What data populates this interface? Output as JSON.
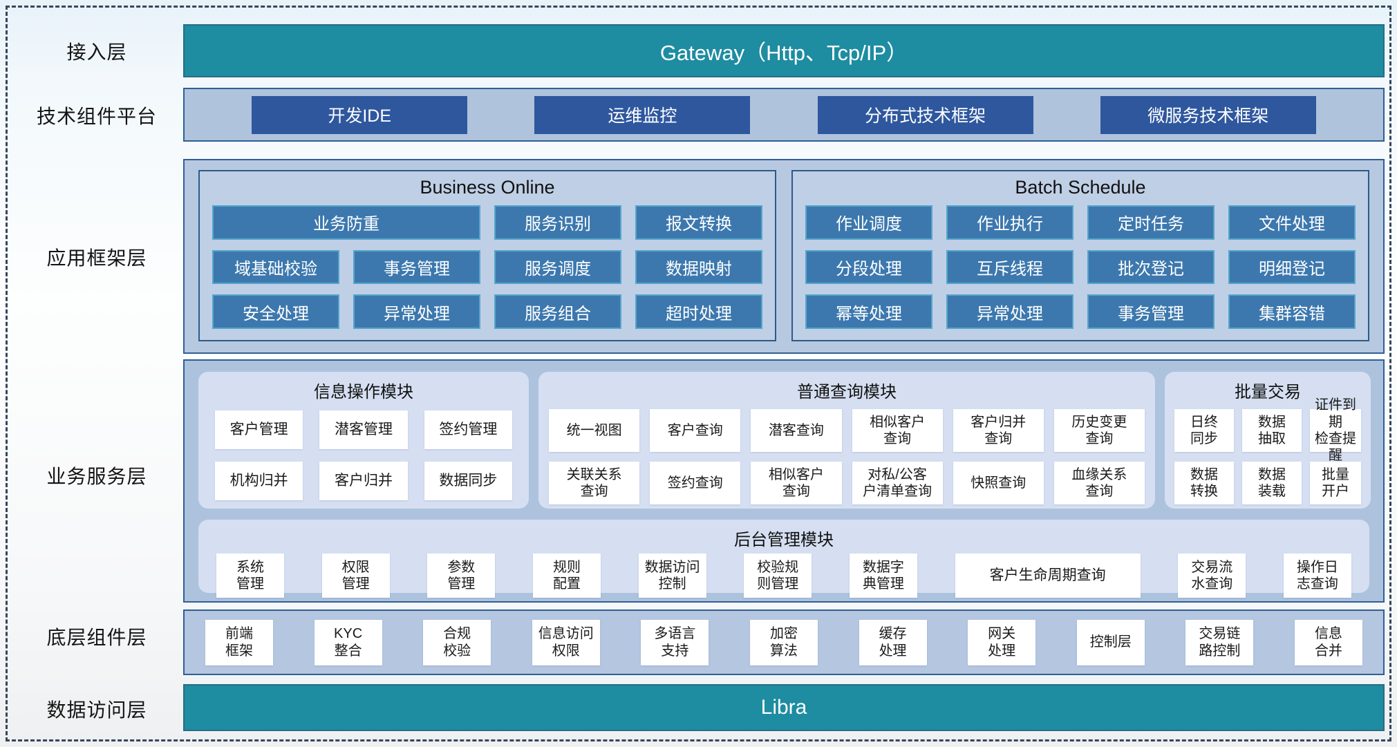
{
  "colors": {
    "teal_bar": "#1e8ca1",
    "dark_blue_button": "#2e579e",
    "mid_blue_button": "#3c78ae",
    "mid_blue_button_border": "#55a6cb",
    "container_blue": "#b7c9e1",
    "module_panel_blue": "#d5dff1",
    "border_navy": "#2f5e96",
    "white_button": "#ffffff"
  },
  "layers": {
    "access": {
      "label": "接入层",
      "bar": "Gateway（Http、Tcp/IP）"
    },
    "tech": {
      "label": "技术组件平台",
      "items": [
        "开发IDE",
        "运维监控",
        "分布式技术框架",
        "微服务技术框架"
      ]
    },
    "framework": {
      "label": "应用框架层",
      "panels": [
        {
          "title": "Business Online",
          "items": [
            "业务防重",
            "服务识别",
            "报文转换",
            "域基础校验",
            "事务管理",
            "服务调度",
            "数据映射",
            "安全处理",
            "异常处理",
            "服务组合",
            "超时处理"
          ]
        },
        {
          "title": "Batch Schedule",
          "items": [
            "作业调度",
            "作业执行",
            "定时任务",
            "文件处理",
            "分段处理",
            "互斥线程",
            "批次登记",
            "明细登记",
            "幂等处理",
            "异常处理",
            "事务管理",
            "集群容错"
          ]
        }
      ]
    },
    "service": {
      "label": "业务服务层",
      "modules": [
        {
          "title": "信息操作模块",
          "items": [
            "客户管理",
            "潜客管理",
            "签约管理",
            "机构归并",
            "客户归并",
            "数据同步"
          ]
        },
        {
          "title": "普通查询模块",
          "items": [
            "统一视图",
            "客户查询",
            "潜客查询",
            "相似客户\n查询",
            "客户归并\n查询",
            "历史变更\n查询",
            "关联关系\n查询",
            "签约查询",
            "相似客户\n查询",
            "对私/公客\n户清单查询",
            "快照查询",
            "血缘关系\n查询"
          ]
        },
        {
          "title": "批量交易",
          "items": [
            "日终\n同步",
            "数据\n抽取",
            "证件到期\n检查提醒",
            "数据\n转换",
            "数据\n装载",
            "批量\n开户"
          ]
        }
      ],
      "admin": {
        "title": "后台管理模块",
        "items": [
          "系统\n管理",
          "权限\n管理",
          "参数\n管理",
          "规则\n配置",
          "数据访问\n控制",
          "校验规\n则管理",
          "数据字\n典管理",
          "客户生命周期查询",
          "交易流\n水查询",
          "操作日\n志查询"
        ]
      }
    },
    "base": {
      "label": "底层组件层",
      "items": [
        "前端\n框架",
        "KYC\n整合",
        "合规\n校验",
        "信息访问\n权限",
        "多语言\n支持",
        "加密\n算法",
        "缓存\n处理",
        "网关\n处理",
        "控制层",
        "交易链\n路控制",
        "信息\n合并"
      ]
    },
    "data": {
      "label": "数据访问层",
      "bar": "Libra"
    }
  }
}
